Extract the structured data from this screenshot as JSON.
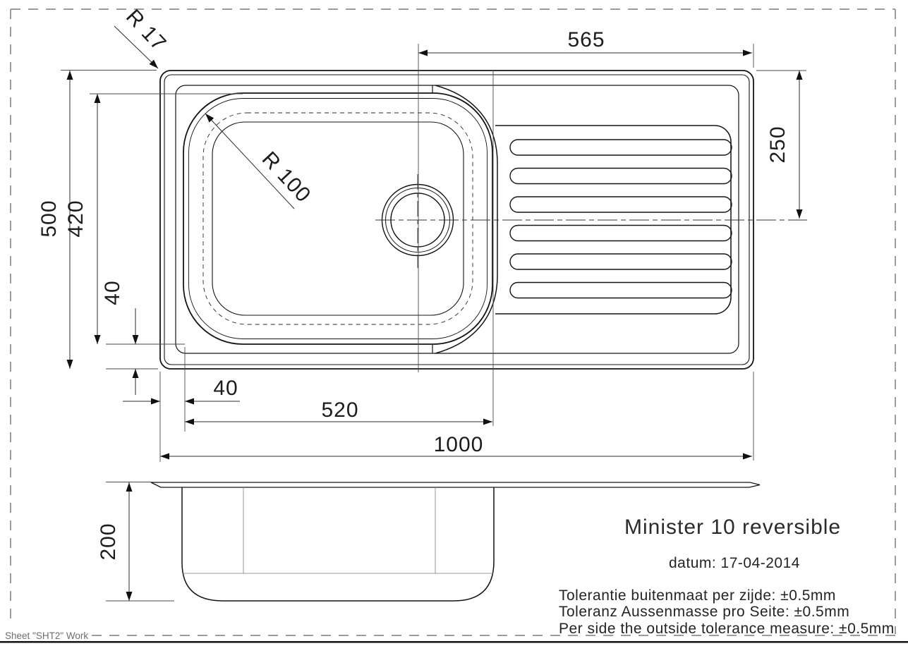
{
  "drawing": {
    "product_title": "Minister 10 reversible",
    "date_line": "datum: 17-04-2014",
    "tolerances": {
      "nl": "Tolerantie buitenmaat per zijde: ±0.5mm",
      "de": "Toleranz Aussenmasse pro Seite: ±0.5mm",
      "en": "Per side the outside tolerance measure: ±0.5mm"
    },
    "sheet_label": "Sheet \"SHT2\" Work",
    "dimensions": {
      "overall_length": "1000",
      "overall_width": "500",
      "bowl_length": "520",
      "bowl_width": "420",
      "drainer_length": "565",
      "drainer_center_offset": "250",
      "bottom_edge_offset": "40",
      "left_edge_offset": "40",
      "bowl_depth": "200",
      "outer_corner_radius": "R 17",
      "bowl_corner_radius": "R 100"
    },
    "colors": {
      "line": "#141414",
      "dimension": "#3c3c3c",
      "border_dash": "#9c9c9c",
      "sheet_text": "#6e6e6e"
    }
  }
}
